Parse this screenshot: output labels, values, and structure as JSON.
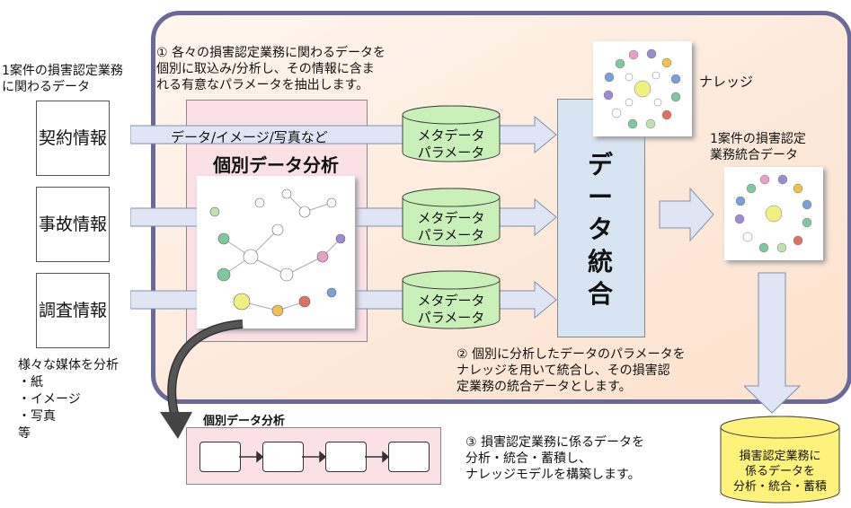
{
  "left": {
    "heading": "1案件の損害認定業務\nに関わるデータ",
    "docs": [
      "契約情報",
      "事故情報",
      "調査情報"
    ],
    "media_note": "様々な媒体を分析\n・紙\n・イメージ\n・写真\n等"
  },
  "step1_text": "① 各々の損害認定業務に関わるデータを\n個別に取込み/分析し、その情報に含ま\nれる有意なパラメータを抽出します。",
  "data_types_label": "データ/イメージ/写真など",
  "analysis": {
    "title": "個別データ分析"
  },
  "cylinders": [
    "メタデータ\nパラメータ",
    "メタデータ\nパラメータ",
    "メタデータ\nパラメータ"
  ],
  "integration": {
    "label": "デ\nー\nタ\n統\n合"
  },
  "knowledge": {
    "label": "ナレッジ"
  },
  "integrated": {
    "label": "1案件の損害認定\n業務統合データ"
  },
  "step2_text": "② 個別に分析したデータのパラメータを\nナレッジを用いて統合し、その損害認\n定業務の統合データとします。",
  "bottom": {
    "title": "個別データ分析",
    "step_count": 4
  },
  "step3_text": "③ 損害認定業務に係るデータを\n分析・統合・蓄積し、\nナレッジモデルを構築します。",
  "storage": {
    "label": "損害認定業務に\n係るデータを\n分析・統合・蓄積"
  },
  "colors": {
    "frame_border": "#6a6a9a",
    "analysis_bg": "#fbe0e6",
    "cylinder": "#c8f0b8",
    "integration_bg": "#d7e5f3",
    "arrow_fill": "#dfe5f5",
    "storage": "#fff27a"
  }
}
